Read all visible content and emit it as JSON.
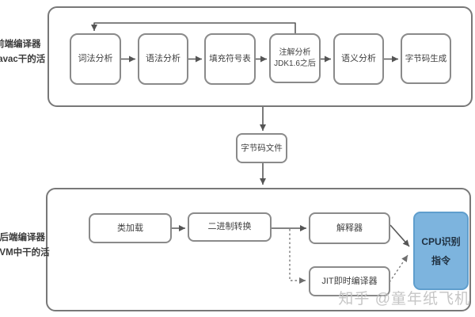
{
  "labels": {
    "frontend": {
      "line1": "前端编译器",
      "line2": "javac干的活"
    },
    "backend": {
      "line1": "后端编译器",
      "line2": "JVM中干的活"
    }
  },
  "top_row": {
    "boxes": [
      {
        "label": "词法分析"
      },
      {
        "label": "语法分析"
      },
      {
        "label": "填充符号表"
      },
      {
        "label": "注解分析",
        "label2": "JDK1.6之后"
      },
      {
        "label": "语义分析"
      },
      {
        "label": "字节码生成"
      }
    ]
  },
  "middle": {
    "bytecode_file": "字节码文件"
  },
  "bottom_row": {
    "class_load": "类加载",
    "binary_convert": "二进制转换",
    "interpreter": "解释器",
    "jit": "JIT即时编译器",
    "cpu": {
      "line1": "CPU识别",
      "line2": "指令"
    }
  },
  "watermark": "知乎 @童年纸飞机",
  "colors": {
    "cpu_fill": "#7db4de",
    "cpu_border": "#5f9ecd",
    "cpu_text": "#1e2e3e",
    "box_border": "#8a8a8a",
    "container_border": "#787878",
    "arrow": "#555555",
    "dotted_arrow": "#7a7a7a",
    "watermark": "#c3c3c3",
    "text": "#404040"
  }
}
